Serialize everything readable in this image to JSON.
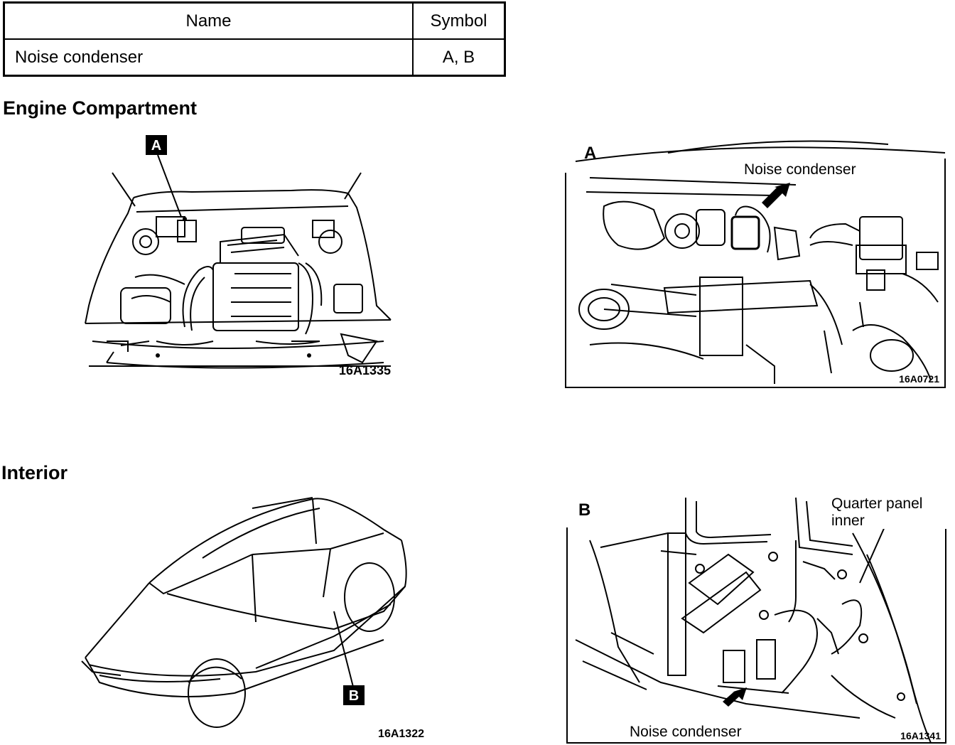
{
  "table": {
    "headers": {
      "name": "Name",
      "symbol": "Symbol"
    },
    "rows": [
      {
        "name": "Noise condenser",
        "symbol": "A, B"
      }
    ]
  },
  "sections": {
    "engine": "Engine Compartment",
    "interior": "Interior"
  },
  "figures": {
    "engine_overview": {
      "marker": "A",
      "code": "16A1335"
    },
    "detail_a": {
      "letter": "A",
      "callout": "Noise condenser",
      "code": "16A0721"
    },
    "car_overview": {
      "marker": "B",
      "code": "16A1322"
    },
    "detail_b": {
      "letter": "B",
      "callout_top": "Quarter panel",
      "callout_top2": "inner",
      "callout_bottom": "Noise condenser",
      "code": "16A1341"
    }
  }
}
